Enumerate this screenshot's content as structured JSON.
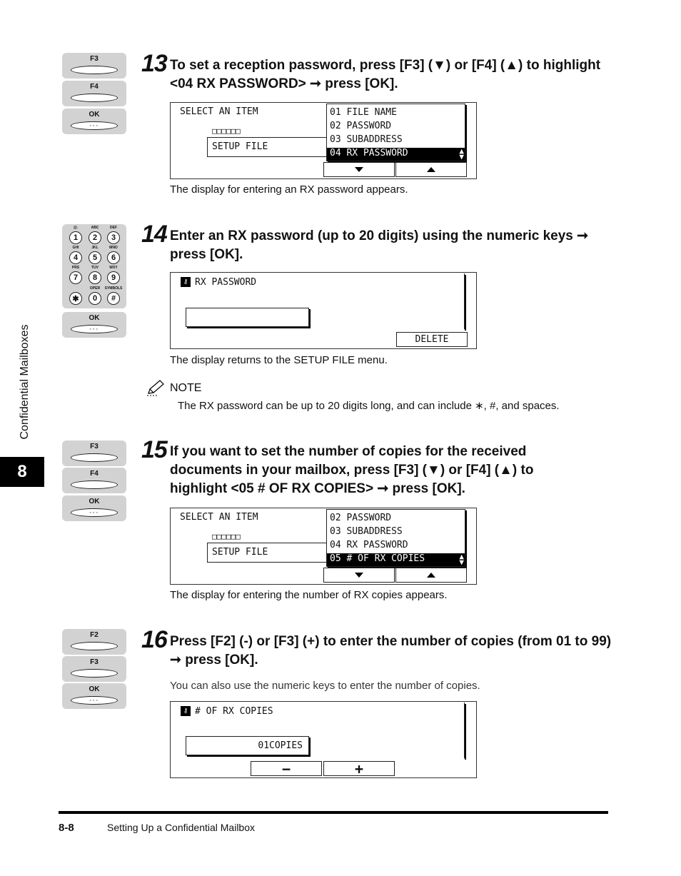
{
  "side": {
    "label": "Confidential Mailboxes",
    "chapter": "8"
  },
  "keys": {
    "f2": "F2",
    "f3": "F3",
    "f4": "F4",
    "ok": "OK",
    "ok_dots": "◦◦◦",
    "numpad": [
      {
        "key": "1",
        "sub": "@."
      },
      {
        "key": "2",
        "sub": "ABC"
      },
      {
        "key": "3",
        "sub": "DEF"
      },
      {
        "key": "4",
        "sub": "GHI"
      },
      {
        "key": "5",
        "sub": "JKL"
      },
      {
        "key": "6",
        "sub": "MNO"
      },
      {
        "key": "7",
        "sub": "PRS"
      },
      {
        "key": "8",
        "sub": "TUV"
      },
      {
        "key": "9",
        "sub": "WXY"
      },
      {
        "key": "✱",
        "sub": ""
      },
      {
        "key": "0",
        "sub": "OPER"
      },
      {
        "key": "#",
        "sub": "SYMBOLS"
      }
    ]
  },
  "steps": [
    {
      "number": "13",
      "text": "To set a reception password, press [F3] (▼) or [F4] (▲) to highlight <04 RX PASSWORD> ➞ press [OK].",
      "lcd": {
        "title": "SELECT AN ITEM",
        "squares": "□□□□□□",
        "field": "SETUP FILE",
        "items": [
          "01 FILE NAME",
          "02 PASSWORD",
          "03 SUBADDRESS",
          "04 RX PASSWORD"
        ],
        "selected": "04 RX PASSWORD"
      },
      "result": "The display for entering an RX password appears."
    },
    {
      "number": "14",
      "text": "Enter an RX password (up to 20 digits) using the numeric keys ➞ press [OK].",
      "lcd": {
        "title": "RX PASSWORD",
        "button": "DELETE"
      },
      "result": "The display returns to the SETUP FILE menu."
    },
    {
      "number": "15",
      "text": "If you want to set the number of copies for the received documents in your mailbox, press [F3] (▼) or [F4] (▲) to highlight <05 # OF RX COPIES> ➞ press [OK].",
      "lcd": {
        "title": "SELECT AN ITEM",
        "squares": "□□□□□□",
        "field": "SETUP FILE",
        "items": [
          "02 PASSWORD",
          "03 SUBADDRESS",
          "04 RX PASSWORD",
          "05 # OF RX COPIES"
        ],
        "selected": "05 # OF RX COPIES"
      },
      "result": "The display for entering the number of RX copies appears."
    },
    {
      "number": "16",
      "text": "Press [F2] (-) or [F3] (+) to enter the number of copies (from 01 to 99) ➞ press [OK].",
      "sub": "You can also use the numeric keys to enter the number of copies.",
      "lcd": {
        "title": "# OF RX COPIES",
        "value": "01COPIES",
        "minus": "−",
        "plus": "+"
      }
    }
  ],
  "note": {
    "title": "NOTE",
    "body": "The RX password can be up to 20 digits long, and can include ∗, #, and spaces."
  },
  "footer": {
    "page": "8-8",
    "title": "Setting Up a Confidential Mailbox"
  }
}
